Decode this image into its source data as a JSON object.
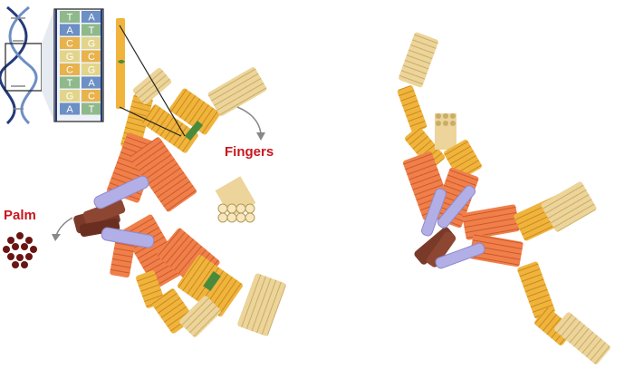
{
  "labels": {
    "fingers": "Fingers",
    "palm": "Palm"
  },
  "dna_inset": {
    "top_strand": [
      "T",
      "A",
      "C",
      "G",
      "C",
      "T",
      "G",
      "A"
    ],
    "bottom_strand": [
      "A",
      "T",
      "G",
      "C",
      "G",
      "A",
      "C",
      "T"
    ],
    "base_colors": {
      "A": "#6c8fc4",
      "T": "#8fb98b",
      "C": "#e8b24c",
      "G": "#e2d58a"
    }
  },
  "colors": {
    "label_red": "#c8161d",
    "finger_tan": "#ecd49a",
    "finger_orange": "#f0b43c",
    "arm_orange": "#f07f4a",
    "palm_brown": "#7a3a2a",
    "connector_lavender": "#b2aee6",
    "palm_dot": "#6b1414",
    "dna_strand": "#233a7a"
  }
}
